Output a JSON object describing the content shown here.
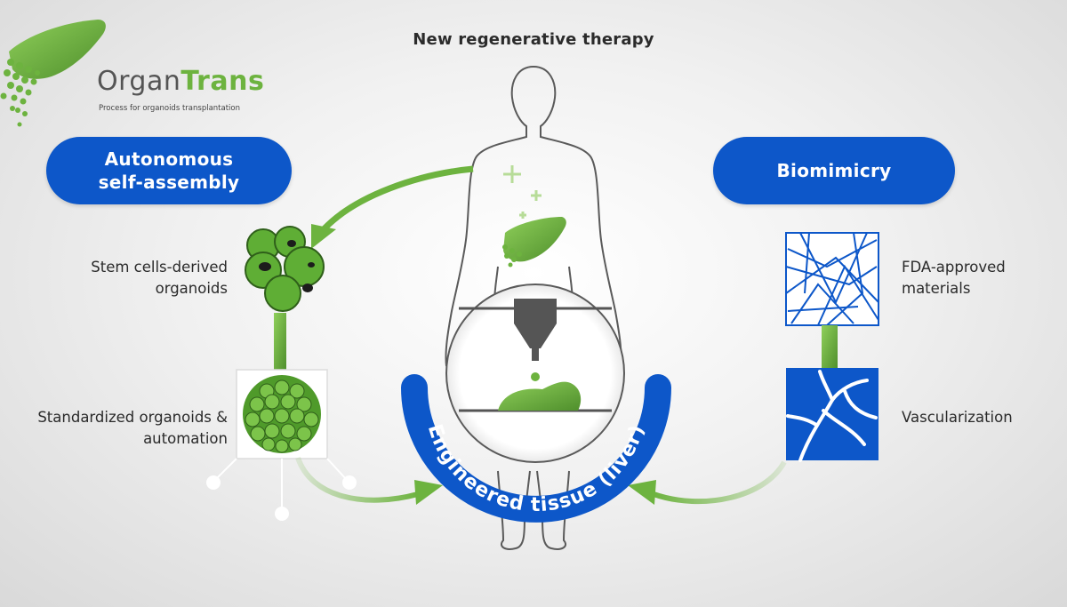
{
  "title": "New regenerative therapy",
  "logo": {
    "part1": "Organ",
    "part2": "Trans",
    "tagline": "Process for organoids transplantation"
  },
  "left": {
    "pill": "Autonomous self-assembly",
    "item1": "Stem cells-derived organoids",
    "item2": "Standardized organoids & automation"
  },
  "right": {
    "pill": "Biomimicry",
    "item1": "FDA-approved materials",
    "item2": "Vascularization"
  },
  "center": {
    "ring_label": "Engineered tissue (liver)"
  },
  "colors": {
    "blue": "#0d57c9",
    "green": "#6db33f",
    "dark_green": "#4f8f2c",
    "grey": "#5a5a5a"
  }
}
